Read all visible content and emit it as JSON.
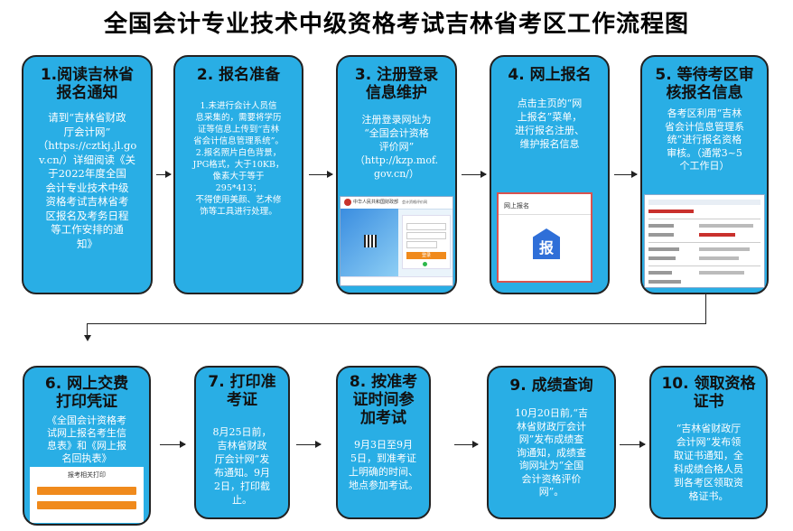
{
  "title": "全国会计专业技术中级资格考试吉林省考区工作流程图",
  "steps": [
    {
      "head": "1.阅读吉林省\n报名通知",
      "body": "请到“吉林省财政\n厅会计网”\n（https://cztkj.jl.go\nv.cn/）详细阅读《关\n于2022年度全国\n会计专业技术中级\n资格考试吉林省考\n区报名及考务日程\n等工作安排的通\n知》"
    },
    {
      "head": "2. 报名准备",
      "body": "1.未进行会计人员信\n息采集的，需要将学历\n证等信息上传到“吉林\n省会计信息管理系统”。\n2.报名照片白色背景，\nJPG格式，大于10KB，\n像素大于等于\n295*413；\n不得使用美颜、艺术修\n饰等工具进行处理。"
    },
    {
      "head": "3. 注册登录\n信息维护",
      "body": "注册登录网址为\n“全国会计资格\n评价网”\n（http://kzp.mof.\ngov.cn/）"
    },
    {
      "head": "4. 网上报名",
      "body": "点击主页的“网\n上报名”菜单，\n进行报名注册、\n维护报名信息"
    },
    {
      "head": "5. 等待考区审\n核报名信息",
      "body": "各考区利用“吉林\n省会计信息管理系\n统”进行报名资格\n审核。（通常3~5\n个工作日）"
    },
    {
      "head": "6. 网上交费\n打印凭证",
      "body": "《全国会计资格考\n试网上报名考生信\n息表》和《网上报\n名回执表》"
    },
    {
      "head": "7. 打印准\n考证",
      "body": "8月25日前，\n吉林省财政\n厅会计网”发\n布通知。9月\n2日，打印截\n止。"
    },
    {
      "head": "8. 按准考\n证时间参\n加考试",
      "body": "9月3日至9月\n5日，到准考证\n上明确的时间、\n地点参加考试。"
    },
    {
      "head": "9. 成绩查询",
      "body": "10月20日前,“吉\n林省财政厅会计\n网”发布成绩查\n询通知，成绩查\n询网址为“全国\n会计资格评价\n网”。"
    },
    {
      "head": "10. 领取资格\n证书",
      "body": "“吉林省财政厅\n会计网”发布领\n取证书通知，全\n科成绩合格人员\n到各考区领取资\n格证书。"
    }
  ],
  "screens": {
    "login_header": "中华人民共和国财政部",
    "login_sub": "会计资格评价网",
    "login_button": "登录",
    "signup_label": "网上报名",
    "signup_icon": "报",
    "print_header": "报考相关打印",
    "colors": {
      "box": "#29aee5",
      "orange": "#f08a1c"
    }
  }
}
